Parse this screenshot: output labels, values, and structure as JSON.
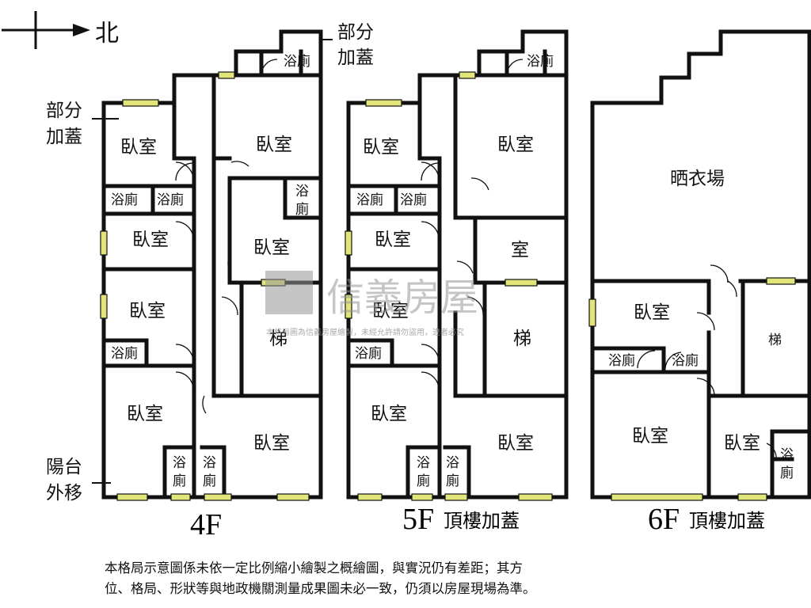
{
  "compass": {
    "label": "北"
  },
  "annotations": {
    "partial_add_top": "部分\n加蓋",
    "partial_add_left": "部分\n加蓋",
    "balcony_moved": "陽台\n外移"
  },
  "floors": [
    {
      "name": "4F",
      "suffix": ""
    },
    {
      "name": "5F",
      "suffix": "頂樓加蓋"
    },
    {
      "name": "6F",
      "suffix": "頂樓加蓋"
    }
  ],
  "rooms": {
    "bedroom": "臥室",
    "bath": "浴廁",
    "bath_v1": "浴",
    "bath_v2": "廁",
    "stairs": "梯",
    "room": "室",
    "laundry": "晒衣場"
  },
  "watermark": {
    "brand": "信義房屋",
    "notice": "本格局圖為信義房屋繪製，未經允許請勿盜用，違者必究"
  },
  "disclaimer": {
    "line1": "本格局示意圖係未依一定比例縮小繪製之概繪圖，與實況仍有差距；其方",
    "line2": "位、格局、形狀等與地政機關測量成果圖未必一致，仍須以房屋現場為準。"
  }
}
